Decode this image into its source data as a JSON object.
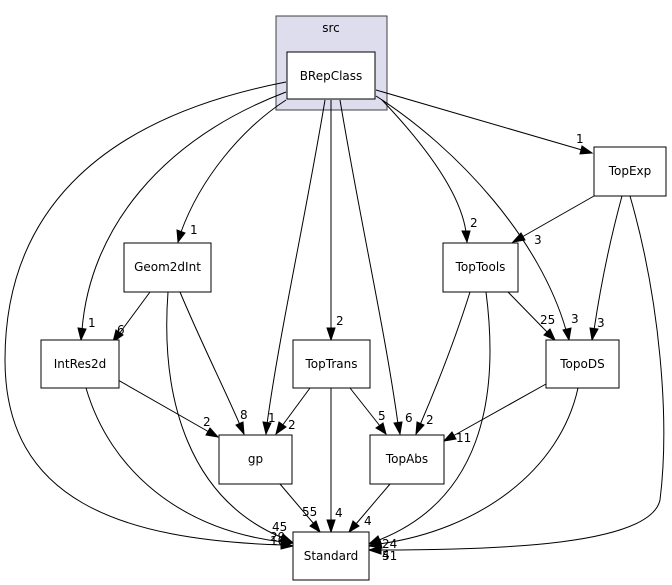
{
  "diagram": {
    "cluster": {
      "label": "src",
      "fill": "#ddddee"
    },
    "main_node": {
      "label": "BRepClass",
      "fill": "#eeeeff"
    },
    "nodes": {
      "topexp": "TopExp",
      "geom2dint": "Geom2dInt",
      "toptools": "TopTools",
      "intres2d": "IntRes2d",
      "toptrans": "TopTrans",
      "topods": "TopoDS",
      "gp": "gp",
      "topabs": "TopAbs",
      "standard": "Standard"
    },
    "edge_labels": {
      "brep_topexp": "1",
      "brep_geom2dint": "1",
      "brep_toptools": "2",
      "brep_intres2d": "1",
      "brep_toptrans": "2",
      "brep_topods": "3",
      "brep_gp": "1",
      "brep_topabs": "6",
      "brep_standard": "10",
      "topexp_toptools": "3",
      "topexp_topods": "3",
      "topexp_standard": "4",
      "geom2dint_intres2d": "6",
      "geom2dint_gp": "8",
      "geom2dint_standard": "45",
      "toptools_topods": "25",
      "toptools_topabs": "2",
      "toptools_standard": "24",
      "intres2d_gp": "2",
      "intres2d_standard": "29",
      "toptrans_gp": "2",
      "toptrans_topabs": "5",
      "toptrans_standard": "4",
      "topods_topabs": "11",
      "topods_standard": "51",
      "gp_standard": "55",
      "topabs_standard": "4"
    }
  }
}
